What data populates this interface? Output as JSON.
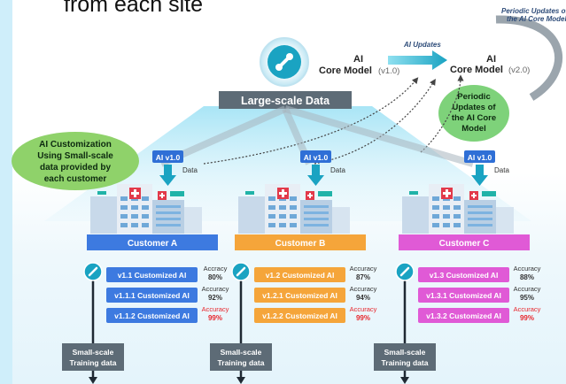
{
  "title_partial": "from each site",
  "core_v1": {
    "label_line1": "AI",
    "label_line2": "Core Model",
    "version": "(v1.0)"
  },
  "core_v2": {
    "label_line1": "AI",
    "label_line2": "Core Model",
    "version": "(v2.0)"
  },
  "ai_updates_label": "AI Updates",
  "periodic_top_line1": "Periodic Updates of",
  "periodic_top_line2": "the AI Core Model",
  "periodic_bubble": {
    "line1": "Periodic",
    "line2": "Updates of",
    "line3": "the AI Core",
    "line4": "Model"
  },
  "large_scale_data": "Large-scale Data",
  "customization_bubble": {
    "line1": "AI Customization",
    "line2": "Using Small-scale",
    "line3": "data provided by",
    "line4": "each customer"
  },
  "colors": {
    "customer_a": "#3d7ae0",
    "customer_b": "#f5a53a",
    "customer_c": "#e05ad6",
    "accuracy_red": "#e8262d",
    "green_bubble": "#7ed27a",
    "teal": "#1aa3c2"
  },
  "customers": [
    {
      "name": "Customer A",
      "version_tag": "AI v1.0",
      "data_label": "Data",
      "models": [
        {
          "label": "v1.1 Customized AI",
          "acc_label": "Accracy",
          "acc_value": "80%",
          "highlight": false
        },
        {
          "label": "v1.1.1 Customized AI",
          "acc_label": "Accuracy",
          "acc_value": "92%",
          "highlight": false
        },
        {
          "label": "v1.1.2 Customized AI",
          "acc_label": "Accuracy",
          "acc_value": "99%",
          "highlight": true
        }
      ],
      "training_line1": "Small-scale",
      "training_line2": "Training data"
    },
    {
      "name": "Customer B",
      "version_tag": "AI v1.0",
      "data_label": "Data",
      "models": [
        {
          "label": "v1.2 Customized AI",
          "acc_label": "Accuracy",
          "acc_value": "87%",
          "highlight": false
        },
        {
          "label": "v1.2.1 Customized AI",
          "acc_label": "Accuracy",
          "acc_value": "94%",
          "highlight": false
        },
        {
          "label": "v1.2.2 Customized AI",
          "acc_label": "Accuracy",
          "acc_value": "99%",
          "highlight": true
        }
      ],
      "training_line1": "Small-scale",
      "training_line2": "Training data"
    },
    {
      "name": "Customer C",
      "version_tag": "AI v1.0",
      "data_label": "Data",
      "models": [
        {
          "label": "v1.3 Customized AI",
          "acc_label": "Accuracy",
          "acc_value": "88%",
          "highlight": false
        },
        {
          "label": "v1.3.1 Customized AI",
          "acc_label": "Accuracy",
          "acc_value": "95%",
          "highlight": false
        },
        {
          "label": "v1.3.2 Customized AI",
          "acc_label": "Accuracy",
          "acc_value": "99%",
          "highlight": true
        }
      ],
      "training_line1": "Small-scale",
      "training_line2": "Training data"
    }
  ]
}
